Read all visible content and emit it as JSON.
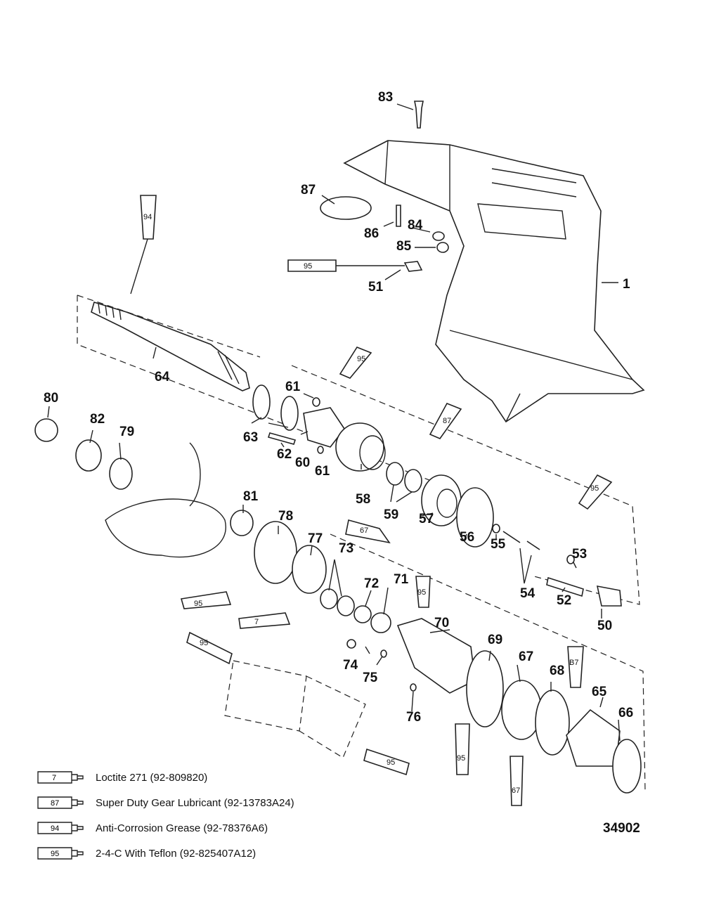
{
  "callouts": {
    "c1": "1",
    "c50": "50",
    "c51": "51",
    "c52": "52",
    "c53": "53",
    "c54": "54",
    "c55": "55",
    "c56": "56",
    "c57": "57",
    "c58": "58",
    "c59": "59",
    "c60": "60",
    "c61a": "61",
    "c61b": "61",
    "c62": "62",
    "c63": "63",
    "c64": "64",
    "c65": "65",
    "c66": "66",
    "c67": "67",
    "c68": "68",
    "c69": "69",
    "c70": "70",
    "c71": "71",
    "c72": "72",
    "c73": "73",
    "c74": "74",
    "c75": "75",
    "c76": "76",
    "c77": "77",
    "c78": "78",
    "c79": "79",
    "c80": "80",
    "c81": "81",
    "c82": "82",
    "c83": "83",
    "c84": "84",
    "c85": "85",
    "c86": "86",
    "c87": "87"
  },
  "tubes": {
    "t1": "94",
    "t2": "95",
    "t3": "95",
    "t4": "87",
    "t5": "95",
    "t6": "67",
    "t7": "95",
    "t8": "95",
    "t9": "7",
    "t10": "95",
    "t11": "B7",
    "t12": "95",
    "t13": "95",
    "t14": "67"
  },
  "legend": [
    {
      "code": "7",
      "text": "Loctite 271 (92-809820)"
    },
    {
      "code": "87",
      "text": "Super Duty Gear Lubricant (92-13783A24)"
    },
    {
      "code": "94",
      "text": "Anti-Corrosion Grease (92-78376A6)"
    },
    {
      "code": "95",
      "text": "2-4-C With Teflon (92-825407A12)"
    }
  ],
  "figure_number": "34902"
}
